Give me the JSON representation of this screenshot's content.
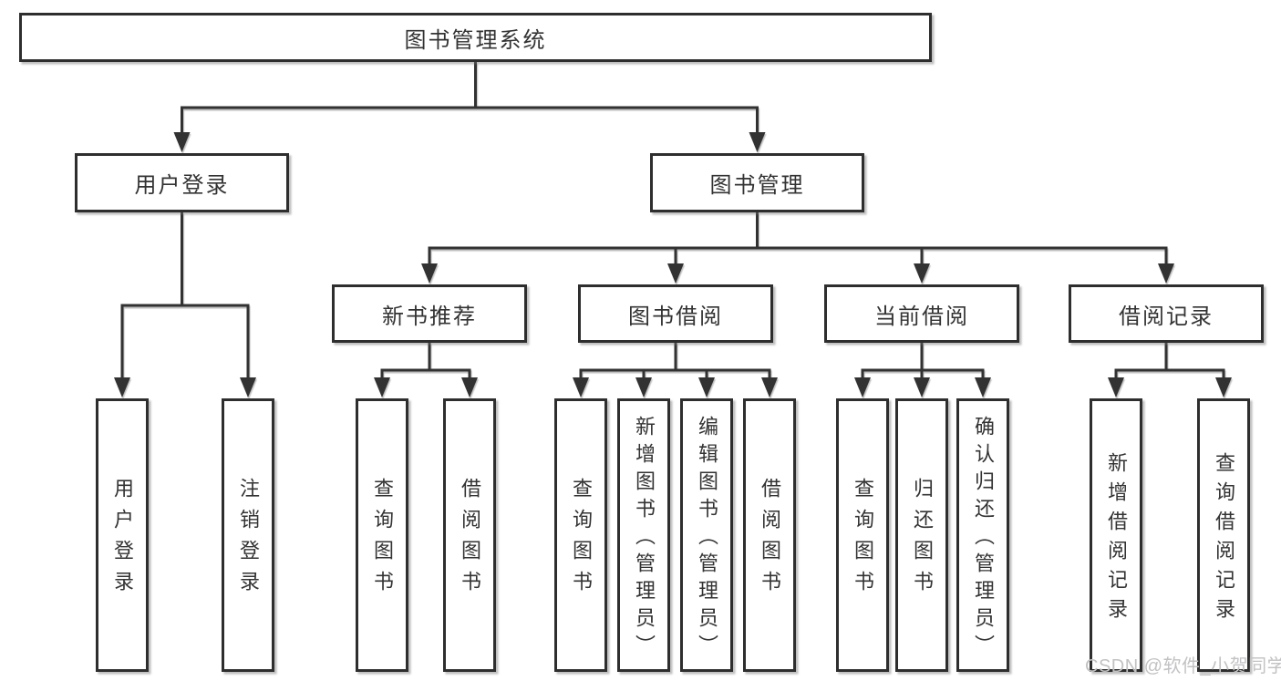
{
  "tree": {
    "root": {
      "label": "图书管理系统"
    },
    "user_login": {
      "label": "用户登录",
      "leaves": [
        {
          "label": "用户登录"
        },
        {
          "label": "注销登录"
        }
      ]
    },
    "book_management": {
      "label": "图书管理",
      "groups": [
        {
          "label": "新书推荐",
          "leaves": [
            {
              "label": "查询图书"
            },
            {
              "label": "借阅图书"
            }
          ]
        },
        {
          "label": "图书借阅",
          "leaves": [
            {
              "label": "查询图书"
            },
            {
              "label": "新增图书（管理员）"
            },
            {
              "label": "编辑图书（管理员）"
            },
            {
              "label": "借阅图书"
            }
          ]
        },
        {
          "label": "当前借阅",
          "leaves": [
            {
              "label": "查询图书"
            },
            {
              "label": "归还图书"
            },
            {
              "label": "确认归还（管理员）"
            }
          ]
        },
        {
          "label": "借阅记录",
          "leaves": [
            {
              "label": "新增借阅记录"
            },
            {
              "label": "查询借阅记录"
            }
          ]
        }
      ]
    }
  },
  "watermark": "CSDN @软件_小贺同学",
  "colors": {
    "line": "#323232",
    "border": "#2e2e2e",
    "text": "#333333",
    "background": "#ffffff",
    "watermark": "#c2c2c4"
  }
}
